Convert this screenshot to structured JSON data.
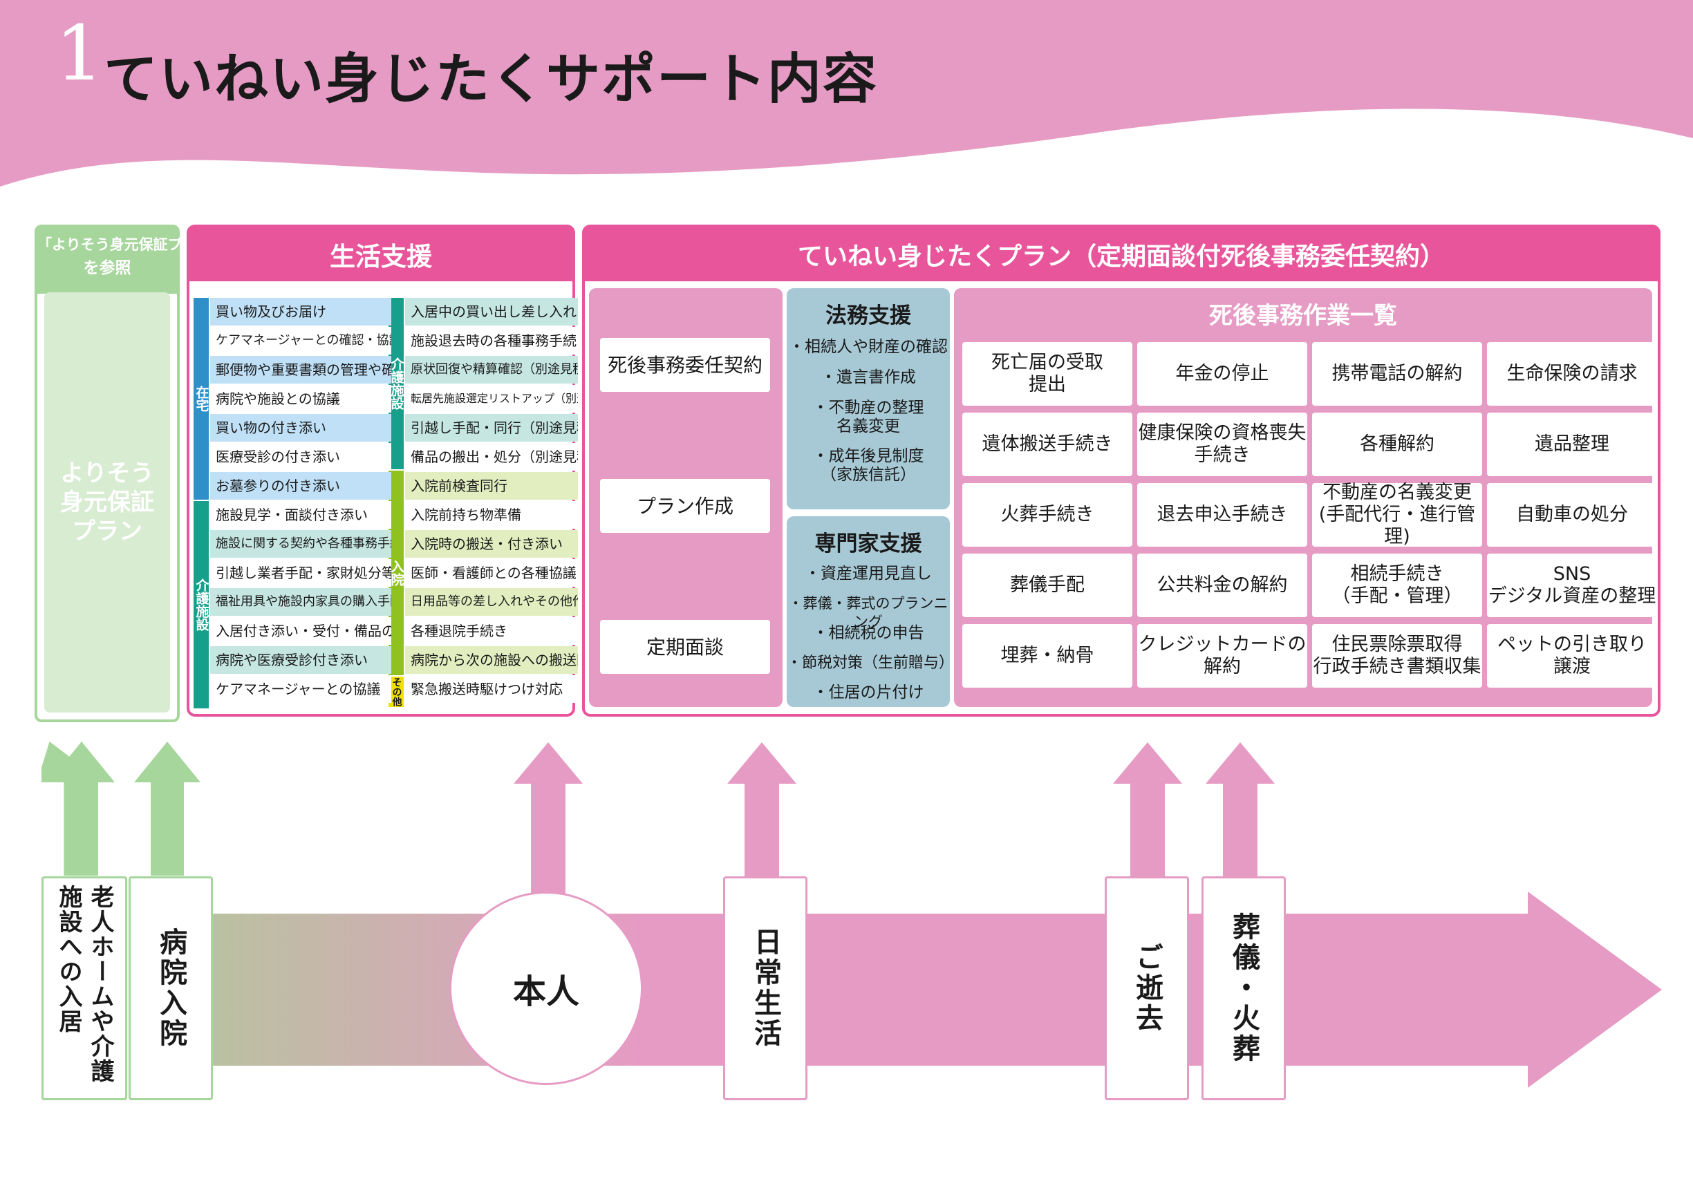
{
  "header": {
    "number": "1",
    "title": "ていねい身じたくサポート内容"
  },
  "yorisou": {
    "head_line1": "「よりそう身元保証プラン」",
    "head_line2": "を参照",
    "body_lines": [
      "よりそう",
      "身元保証",
      "プラン"
    ]
  },
  "life_support": {
    "title": "生活支援",
    "categories": {
      "home": "在宅",
      "care_facility_left": "介護施設",
      "care_facility_right": "介護施設",
      "hospital": "入院",
      "other": "その他"
    },
    "left_items": [
      "買い物及びお届け",
      "ケアマネージャーとの確認・協議・連携",
      "郵便物や重要書類の管理や確認",
      "病院や施設との協議",
      "買い物の付き添い",
      "医療受診の付き添い",
      "お墓参りの付き添い",
      "施設見学・面談付き添い",
      "施設に関する契約や各種事務手続き",
      "引越し業者手配・家財処分等",
      "福祉用具や施設内家具の購入手配",
      "入居付き添い・受付・備品の搬入",
      "病院や医療受診付き添い",
      "ケアマネージャーとの協議"
    ],
    "right_items": [
      "入居中の買い出し差し入れ",
      "施設退去時の各種事務手続き",
      "原状回復や精算確認（別途見積）",
      "転居先施設選定リストアップ（別途見積）",
      "引越し手配・同行（別途見積）",
      "備品の搬出・処分（別途見積）",
      "入院前検査同行",
      "入院前持ち物準備",
      "入院時の搬送・付き添い",
      "医師・看護師との各種協議",
      "日用品等の差し入れやその他作業",
      "各種退院手続き",
      "病院から次の施設への搬送同行",
      "緊急搬送時駆けつけ対応"
    ]
  },
  "plan": {
    "title": "ていねい身じたくプラン（定期面談付死後事務委任契約）",
    "left_buttons": [
      "死後事務委任契約",
      "プラン作成",
      "定期面談"
    ],
    "legal": {
      "title": "法務支援",
      "items": [
        "・相続人や財産の確認",
        "・遺言書作成",
        "・不動産の整理",
        "名義変更",
        "・成年後見制度",
        "（家族信託）"
      ]
    },
    "expert": {
      "title": "専門家支援",
      "items": [
        "・資産運用見直し",
        "・葬儀・葬式のプランニング",
        "・相続税の申告",
        "・節税対策（生前贈与）",
        "・住居の片付け"
      ]
    },
    "after_death": {
      "title": "死後事務作業一覧",
      "cells": [
        "死亡届の受取\n提出",
        "年金の停止",
        "携帯電話の解約",
        "生命保険の請求",
        "遺体搬送手続き",
        "健康保険の資格喪失\n手続き",
        "各種解約",
        "遺品整理",
        "火葬手続き",
        "退去申込手続き",
        "不動産の名義変更\n(手配代行・進行管理)",
        "自動車の処分",
        "葬儀手配",
        "公共料金の解約",
        "相続手続き\n（手配・管理）",
        "SNS\nデジタル資産の整理",
        "埋葬・納骨",
        "クレジットカードの\n解約",
        "住民票除票取得\n行政手続き書類収集",
        "ペットの引き取り\n譲渡"
      ]
    }
  },
  "timeline": {
    "nursing_home": "老人ホームや介護施設への入居",
    "hospital": "病院入院",
    "self": "本人",
    "daily": "日常生活",
    "death": "ご逝去",
    "funeral": "葬儀・火葬"
  },
  "colors": {
    "pink": "#e8559a",
    "light_pink": "#e69bc4",
    "green": "#a6d69c",
    "blue_grey": "#a7c9d5"
  }
}
